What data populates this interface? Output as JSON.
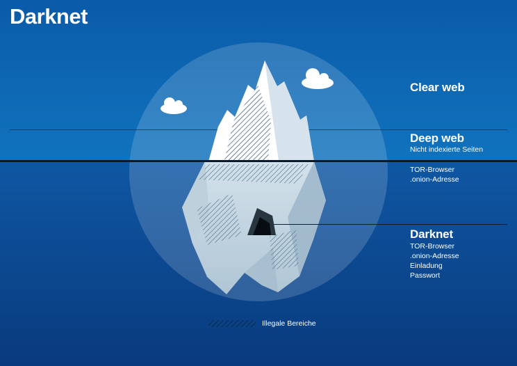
{
  "title": "Darknet",
  "sections": {
    "clear_web": {
      "heading": "Clear web"
    },
    "deep_web": {
      "heading": "Deep web",
      "subheading": "Nicht indexierte Seiten",
      "items": [
        "TOR-Browser",
        ".onion-Adresse"
      ]
    },
    "darknet": {
      "heading": "Darknet",
      "items": [
        "TOR-Browser",
        ".onion-Adresse",
        "Einladung",
        "Passwort"
      ]
    }
  },
  "legend": {
    "label": "Illegale Bereiche"
  },
  "colors": {
    "sky_top": "#0a5ba9",
    "sky_bottom": "#1173bd",
    "water_top": "#0f57a3",
    "water_bottom": "#093a7d",
    "waterline": "#091a2d",
    "iceberg_tip": "#ffffff",
    "iceberg_underwater": "#c5d6e2",
    "text": "#ffffff"
  }
}
